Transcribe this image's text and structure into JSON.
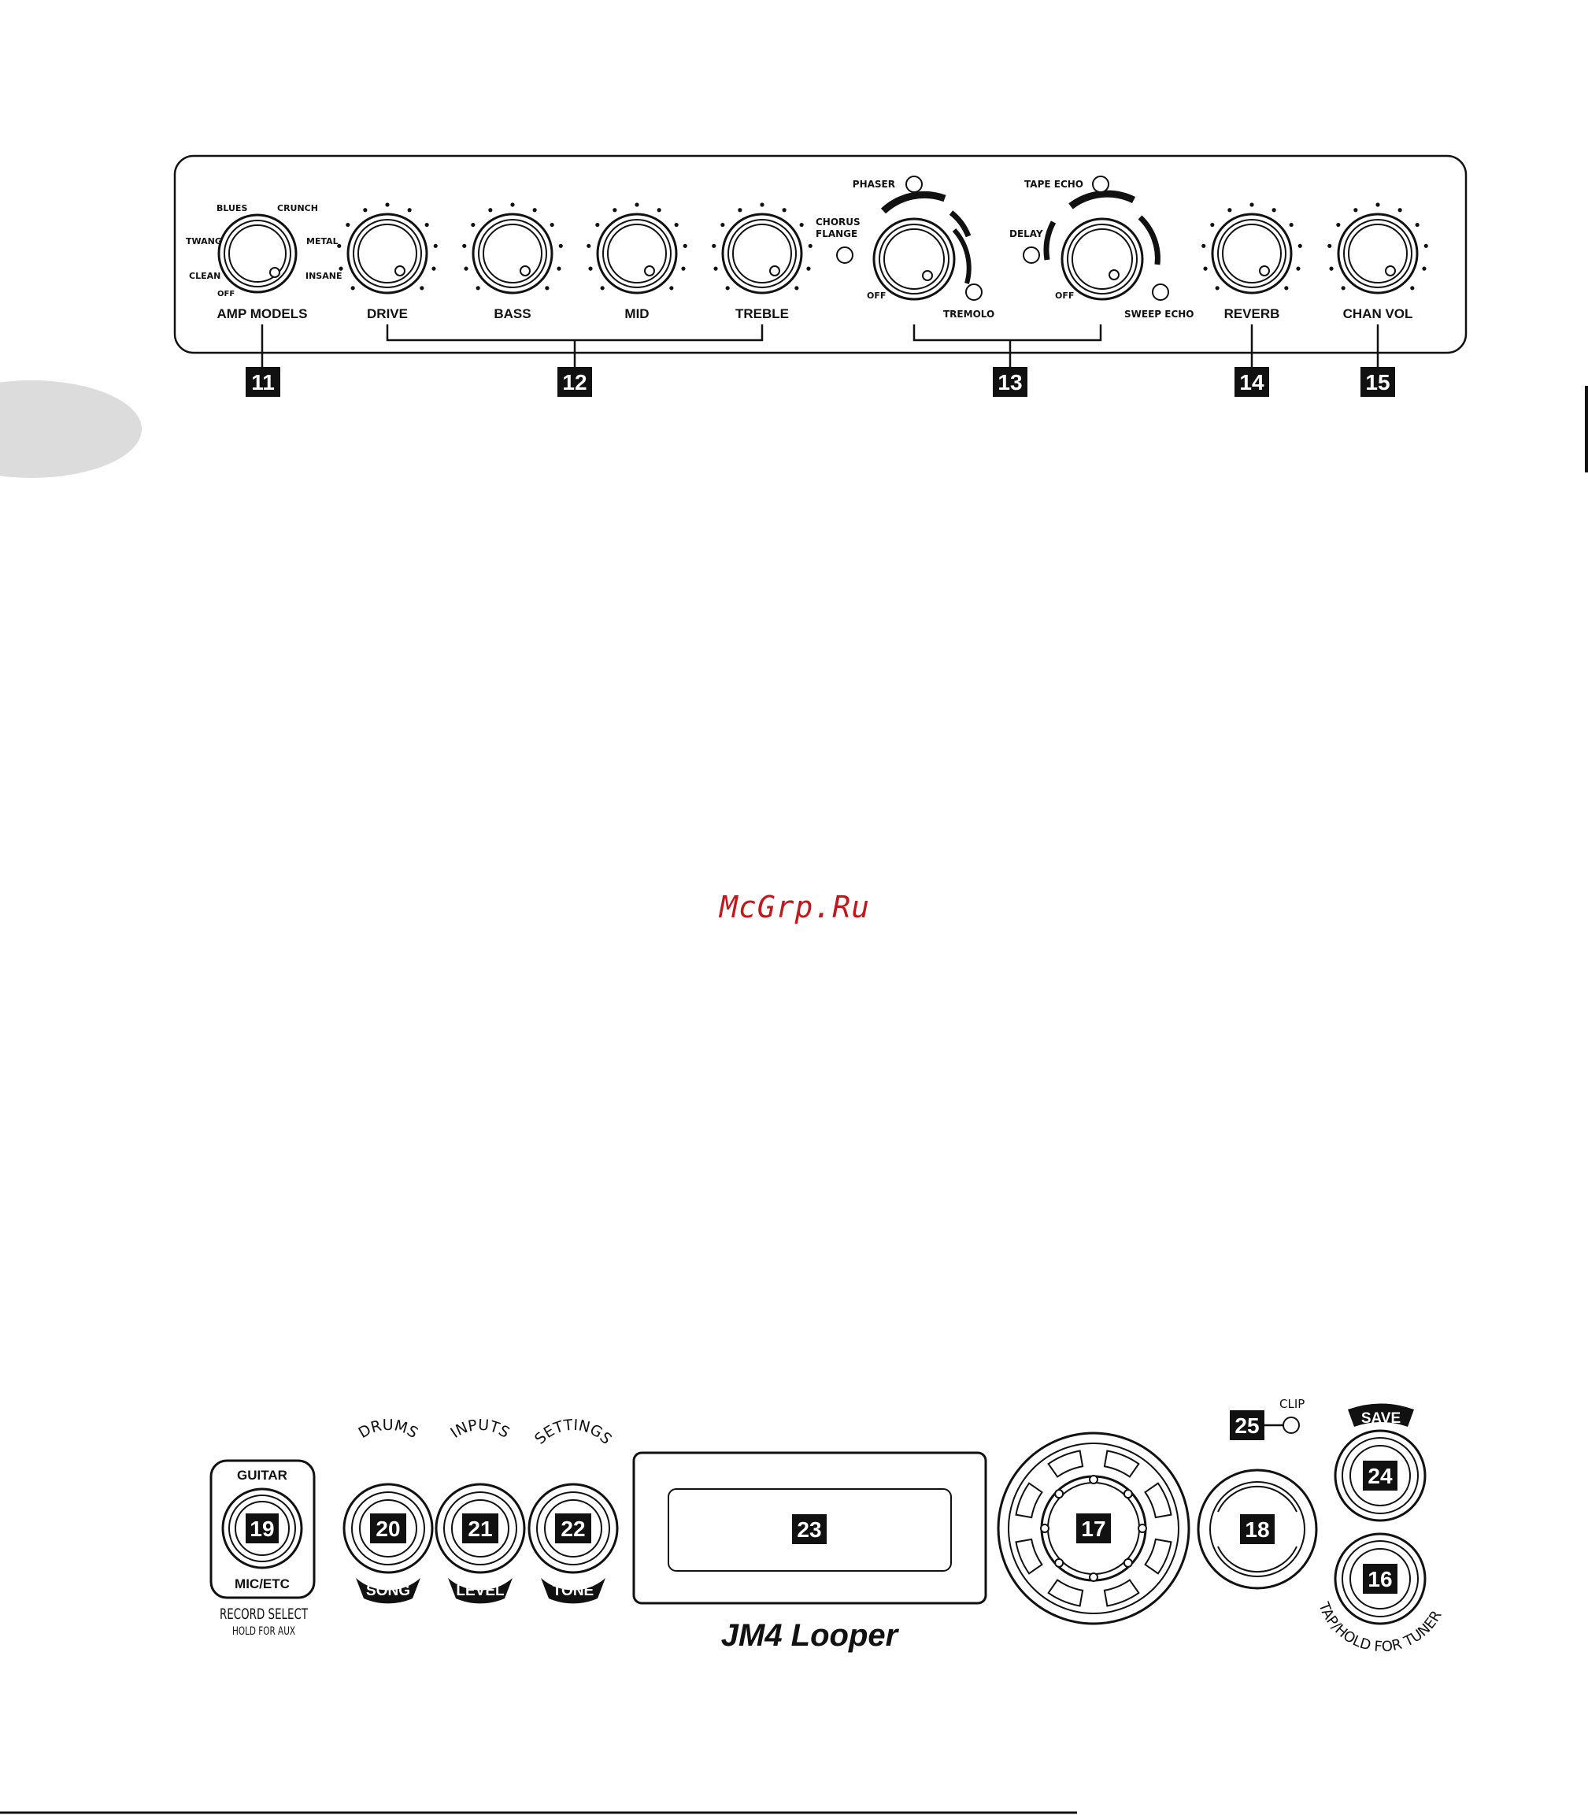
{
  "watermark": "McGrp.Ru",
  "top_panel": {
    "amp_models": {
      "label": "AMP MODELS",
      "positions": {
        "off": "OFF",
        "clean": "CLEAN",
        "twang": "TWANG",
        "blues": "BLUES",
        "crunch": "CRUNCH",
        "metal": "METAL",
        "insane": "INSANE"
      }
    },
    "knobs": {
      "drive": "DRIVE",
      "bass": "BASS",
      "mid": "MID",
      "treble": "TREBLE",
      "reverb": "REVERB",
      "chan_vol": "CHAN VOL"
    },
    "mod": {
      "phaser": "PHASER",
      "chorus_line1": "CHORUS",
      "chorus_line2": "FLANGE",
      "off": "OFF",
      "tremolo": "TREMOLO"
    },
    "delay": {
      "tape_echo": "TAPE ECHO",
      "delay": "DELAY",
      "off": "OFF",
      "sweep_echo": "SWEEP ECHO"
    },
    "callouts": {
      "c11": "11",
      "c12": "12",
      "c13": "13",
      "c14": "14",
      "c15": "15"
    }
  },
  "bottom_panel": {
    "record": {
      "guitar": "GUITAR",
      "mic": "MIC/ETC",
      "select": "RECORD SELECT",
      "hold": "HOLD FOR AUX",
      "num": "19"
    },
    "drums": {
      "top": "DRUMS",
      "bottom": "SONG",
      "num": "20"
    },
    "inputs": {
      "top": "INPUTS",
      "bottom": "LEVEL",
      "num": "21"
    },
    "settings": {
      "top": "SETTINGS",
      "bottom": "TONE",
      "num": "22"
    },
    "display": {
      "num": "23"
    },
    "brand": "JM4 Looper",
    "wheel": {
      "num": "17"
    },
    "select_btn": {
      "num": "18"
    },
    "clip": {
      "label": "CLIP",
      "num": "25"
    },
    "save": {
      "label": "SAVE",
      "num": "24"
    },
    "tap": {
      "label": "TAP/HOLD FOR TUNER",
      "num": "16"
    }
  }
}
